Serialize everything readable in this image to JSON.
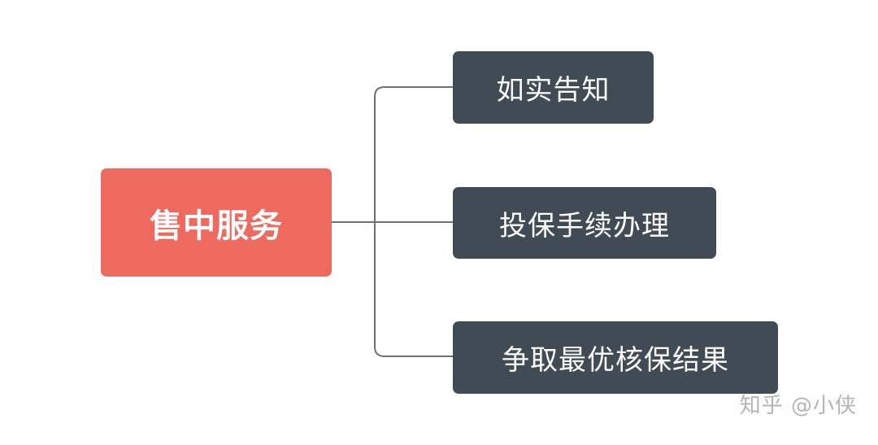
{
  "colors": {
    "root_fill": "#ee6a5e",
    "child_fill": "#414b55",
    "connector": "#6b7177"
  },
  "root": {
    "label": "售中服务"
  },
  "children": [
    {
      "label": "如实告知"
    },
    {
      "label": "投保手续办理"
    },
    {
      "label": "争取最优核保结果"
    }
  ],
  "watermark": {
    "text": "知乎 @小侠"
  }
}
